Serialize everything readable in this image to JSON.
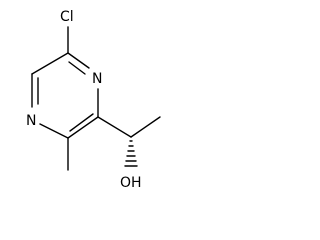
{
  "molecule": {
    "atoms": {
      "chlorine": "Cl",
      "nitrogen_top": "N",
      "nitrogen_left": "N",
      "hydroxyl": "OH"
    },
    "stereo": {
      "type": "hashed-wedge",
      "at": "carbinol-carbon",
      "toward": "hydroxyl"
    },
    "colors": {
      "line": "#000000",
      "background": "#ffffff"
    }
  }
}
